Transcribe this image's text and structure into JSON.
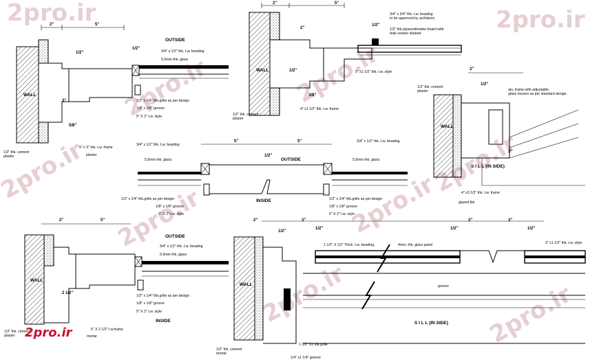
{
  "watermark": {
    "text": "2pro.ir"
  },
  "logo": {
    "text": "2pro.ir"
  },
  "detail_tl": {
    "dims": [
      "2\"",
      "1/2\"",
      "5\"",
      "1/2\"",
      "3\"",
      "5/8\""
    ],
    "wall": "WALL",
    "outside": "OUTSIDE",
    "beading": "3/4\" x 1/2\" thk. t.w. beading",
    "glass": "5.5mm thk. glass",
    "grille": "1/2\" x 1/4\" thk.grille as per design",
    "groove": "1/8\" x 1/8\" groove",
    "style": "5\" X 2\" t.w. style",
    "frame": "5\" x 3\" thk. t.w. frame",
    "plaster": "plaster",
    "cement": "1/2\" thk. cement\nplaster"
  },
  "detail_tc": {
    "dims": [
      "2\"",
      "5\"",
      "1/2\"",
      "2\"",
      "1/2\"",
      "3/8\""
    ],
    "wall": "WALL",
    "beading": "3/4\" x 3/4\" thk. t.w. beading\nto be approved by architects",
    "plywood": "1/2\" thk.plywood/sndwr board with\nteak veneer stained",
    "style": "5\" x1 1/2\" thk. t.w. style",
    "frame": "4\" x1 1/2\" thk. t.w. frame",
    "cement": "1/2\" thk. cement\nplaster"
  },
  "detail_tr": {
    "dims": [
      "2\"",
      "1/2\"",
      "3\""
    ],
    "wall": "WALL",
    "cement": "1/2\" thk. cement\nplaster",
    "frame_note": "alu. frame with adjustable\nglass louvers as per standard design",
    "sill": "S I L L (IN SIDE)",
    "tw_frame": "4\" x3 1/2\" thk. t.w. frame",
    "glazed": "glazed tile"
  },
  "detail_c": {
    "dims": [
      "5\"",
      "1/2\"",
      "5\""
    ],
    "beading_l": "3/4\" x 1/2\" thk. t.w. beading",
    "beading_r": "3/4\" x 1/2\" thk. t.w. beading",
    "glass_l": "5.5mm thk. glass",
    "glass_r": "5.5mm thk. glass",
    "outside": "OUTSIDE",
    "inside": "INSIDE",
    "grille_l": "1/2\" x 1/4\" thk.grille as per design",
    "grille_r": "1/2\" x 1/4\" thk.grille as per design",
    "groove_l": "1/8\" x 1/8\" groove",
    "groove_r": "1/8\" x 1/8\" groove",
    "style_l": "5\" X 2\" t.w. style",
    "style_r": "5\" X 2\" t.w. style"
  },
  "detail_bl": {
    "dims": [
      "2\"",
      "5\"",
      "2 1/2\""
    ],
    "wall": "WALL",
    "outside": "OUTSIDE",
    "inside": "INSIDE",
    "beading": "3/4\" x 1/2\" thk. t.w. beading",
    "glass": "5.5mm thk. glass",
    "grille": "1/2\" x 1/4\" thk.grille as per design",
    "groove": "1/8\" x 1/8\" groove",
    "style": "5\" X 2\" t.w. style",
    "frame": "5\" X 2 1/2\" t.w.frame",
    "cement": "1/2\" thk. cement\nplaster",
    "mortar": "mortar"
  },
  "detail_bc": {
    "dims": [
      "2\"",
      "3\"",
      "1/2\"",
      "1/2\"",
      "1/2\"",
      "3\"",
      "3\"",
      "1/2\""
    ],
    "wall": "WALL",
    "beading": "1 1/2\" X 1/2\" Thick. t.w. beading",
    "panel": "4mm. thk. glass panel",
    "style": "3\" x1 1/2\" thk. t.w. style",
    "groove": "groove",
    "sill": "S I L L (IN SIDE)",
    "grille": "1 1/2\" X1 thk.grille",
    "groove_b": "1/4\" x1 1/4\" groove",
    "cement": "1/2\" thk. cement\nmortar"
  }
}
